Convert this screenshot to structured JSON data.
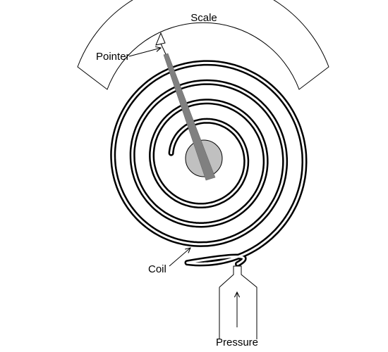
{
  "labels": {
    "scale": "Scale",
    "pointer": "Pointer",
    "coil": "Coil",
    "pressure": "Pressure"
  },
  "colors": {
    "stroke": "#000000",
    "pointer_fill": "#808080",
    "hub_fill": "#c0c0c0",
    "background": "#ffffff"
  }
}
